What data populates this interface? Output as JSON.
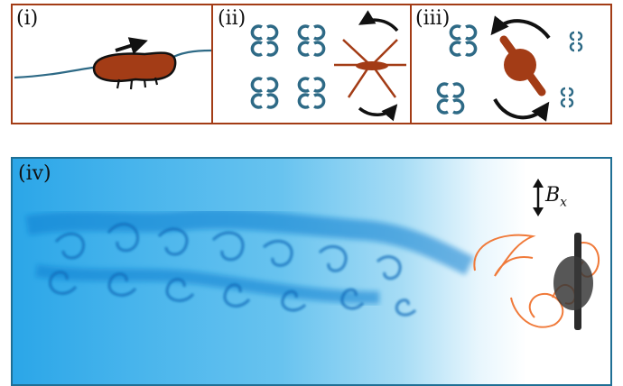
{
  "panels": {
    "i": {
      "label": "(i)"
    },
    "ii": {
      "label": "(ii)"
    },
    "iii": {
      "label": "(iii)"
    },
    "iv": {
      "label": "(iv)",
      "field_label": "B",
      "field_subscript": "x"
    }
  },
  "colors": {
    "frame_top": "#a33c16",
    "frame_bottom": "#1f6f95",
    "body": "#a33c16",
    "vortex": "#2e6a86",
    "arrow": "#111111",
    "dye": "#1aa2e6",
    "trajectory": "#f07a3a"
  }
}
